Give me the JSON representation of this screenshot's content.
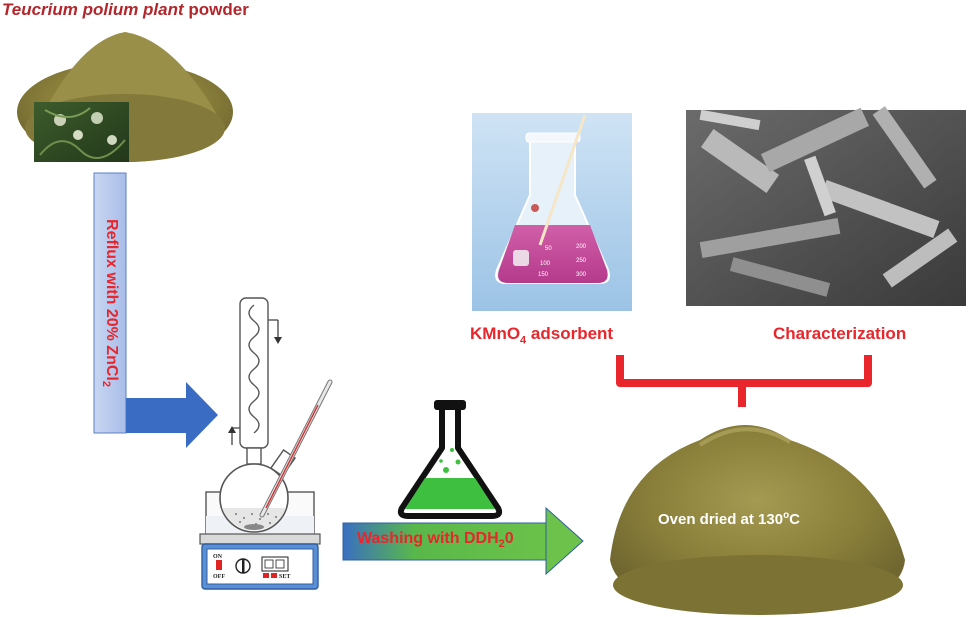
{
  "title": {
    "italic": "Teucrium polium plant",
    "normal": " powder"
  },
  "reflux": {
    "label_main": "Reflux with 20% ZnCl",
    "label_sub": "2"
  },
  "washing": {
    "label_main": "Washing with DDH",
    "label_sub": "2",
    "label_end": "0"
  },
  "kmno4": {
    "label_pre": "KMnO",
    "label_sub": "4",
    "label_post": " adsorbent"
  },
  "characterization": {
    "label": "Characterization"
  },
  "oven": {
    "label_pre": "Oven dried at 130",
    "label_sup": "o",
    "label_post": "C"
  },
  "apparatus": {
    "switch_on": "ON",
    "switch_off": "OFF",
    "set_label": "SET"
  },
  "flask_marks": [
    "50",
    "100",
    "150",
    "200",
    "250",
    "300"
  ],
  "colors": {
    "label_red": "#e8262b",
    "title_red": "#b3262b",
    "arrow_blue": "#3b6cc4",
    "arrow_green": "#59b84a",
    "powder": "#8a7f3a",
    "kmno4_pink": "#c9489b",
    "bracket_red": "#e8262b"
  }
}
